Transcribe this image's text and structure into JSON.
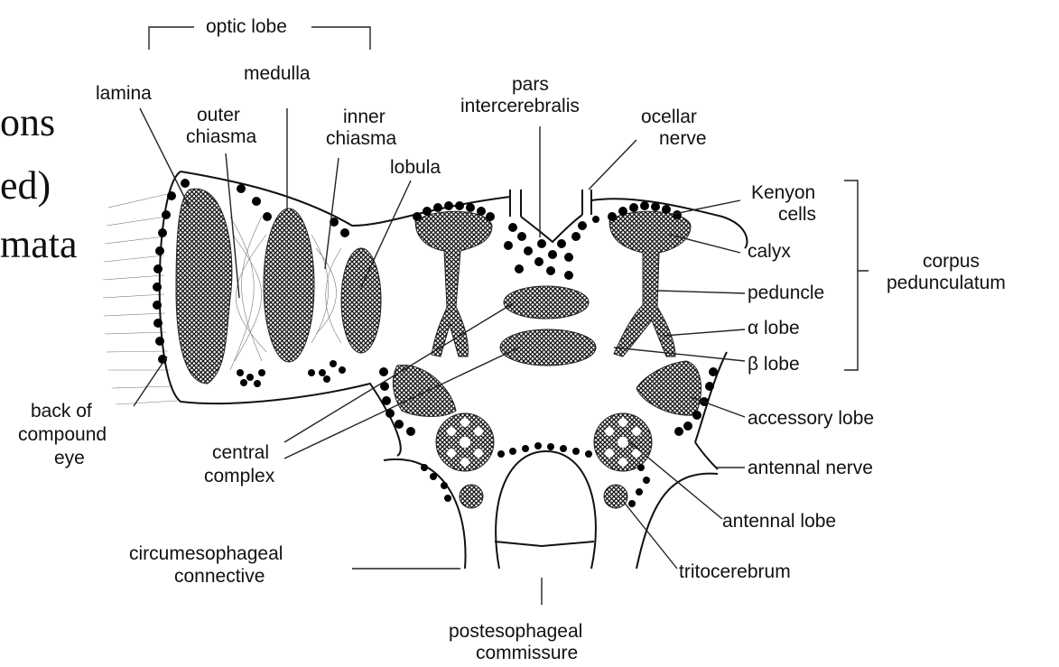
{
  "background_text": [
    "ons",
    "ed)",
    "mata"
  ],
  "labels": {
    "optic_lobe": "optic lobe",
    "medulla": "medulla",
    "lamina": "lamina",
    "outer_chiasma": [
      "outer",
      "chiasma"
    ],
    "inner_chiasma": [
      "inner",
      "chiasma"
    ],
    "lobula": "lobula",
    "pars_intercerebralis": [
      "pars",
      "intercerebralis"
    ],
    "ocellar_nerve": [
      "ocellar",
      "nerve"
    ],
    "kenyon_cells": [
      "Kenyon",
      "cells"
    ],
    "calyx": "calyx",
    "corpus_pedunculatum": [
      "corpus",
      "pedunculatum"
    ],
    "peduncle": "peduncle",
    "alpha_lobe": "α lobe",
    "beta_lobe": "β lobe",
    "back_of_compound_eye": [
      "back of",
      "compound",
      "eye"
    ],
    "accessory_lobe": "accessory lobe",
    "central_complex": [
      "central",
      "complex"
    ],
    "antennal_nerve": "antennal nerve",
    "antennal_lobe": "antennal lobe",
    "circumesophageal_connective": [
      "circumesophageal",
      "connective"
    ],
    "tritocerebrum": "tritocerebrum",
    "postesophageal_commissure": [
      "postesophageal",
      "commissure"
    ]
  }
}
